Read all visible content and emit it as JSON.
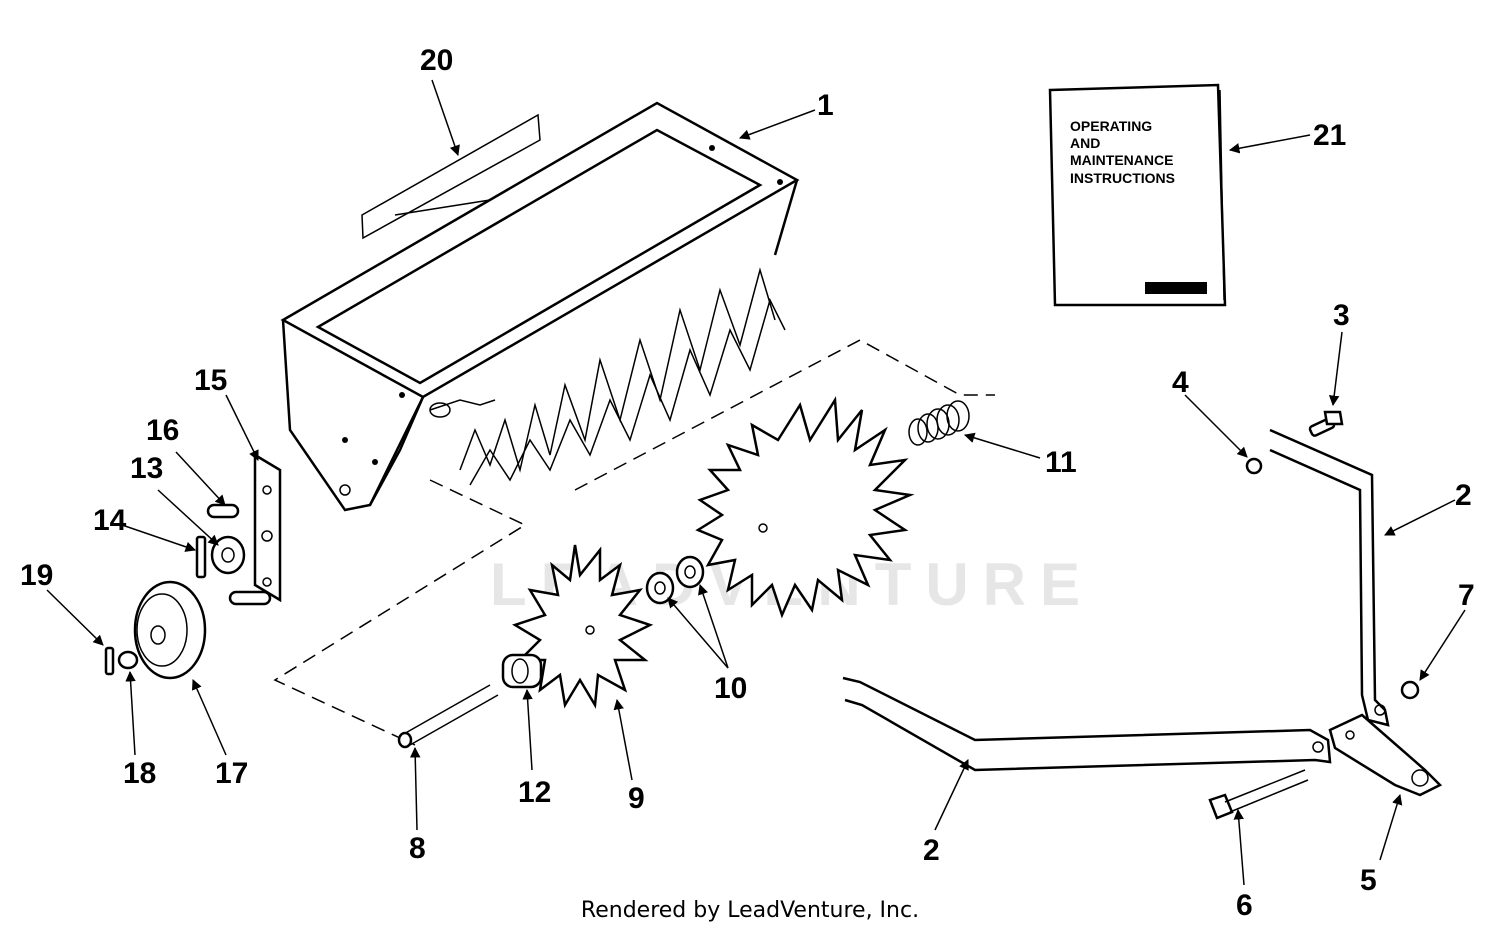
{
  "diagram": {
    "callouts": {
      "c1": "1",
      "c2a": "2",
      "c2b": "2",
      "c3": "3",
      "c4": "4",
      "c5": "5",
      "c6": "6",
      "c7": "7",
      "c8": "8",
      "c9": "9",
      "c10": "10",
      "c11": "11",
      "c12": "12",
      "c13": "13",
      "c14": "14",
      "c15": "15",
      "c16": "16",
      "c17": "17",
      "c18": "18",
      "c19": "19",
      "c20": "20",
      "c21": "21"
    },
    "manual": {
      "line1": "OPERATING",
      "line2": "AND",
      "line3": "MAINTENANCE",
      "line4": "INSTRUCTIONS"
    },
    "watermark": "LEADVENTURE"
  },
  "footer": {
    "text": "Rendered by LeadVenture, Inc."
  }
}
